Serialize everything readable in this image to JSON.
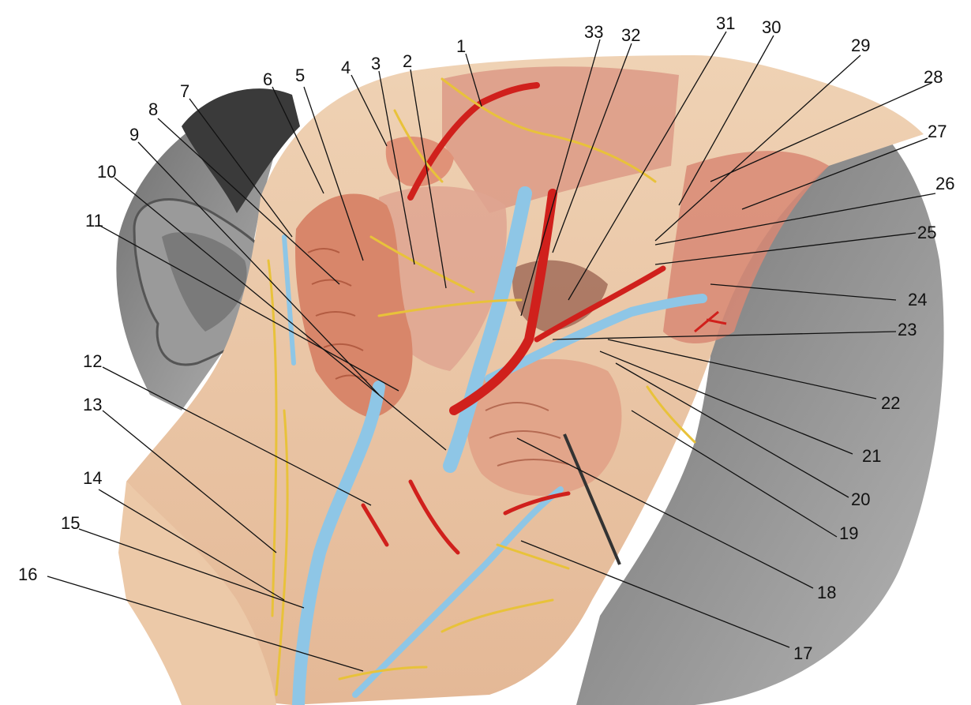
{
  "labels": [
    "1",
    "2",
    "3",
    "4",
    "5",
    "6",
    "7",
    "8",
    "9",
    "10",
    "11",
    "12",
    "13",
    "14",
    "15",
    "16",
    "17",
    "18",
    "19",
    "20",
    "21",
    "22",
    "23",
    "24",
    "25",
    "26",
    "27",
    "28",
    "29",
    "30",
    "31",
    "32",
    "33"
  ],
  "colors": {
    "background": "#ffffff",
    "hair": "#3a3a3a",
    "skin_gray": "#8c8c8c",
    "tissue": "#e8c7a6",
    "muscle": "#d98a78",
    "gland": "#d8866a",
    "vein": "#8ec6e6",
    "artery": "#d0201c",
    "nerve": "#e8c23a",
    "leader": "#111111"
  }
}
